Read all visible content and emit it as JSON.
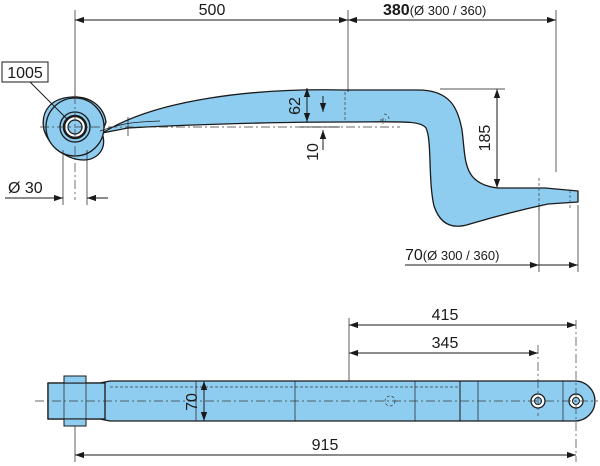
{
  "drawing": {
    "part_number": "1005",
    "side_view": {
      "dim_length_to_center": "500",
      "dim_arm_main": "380",
      "dim_arm_sub": "(Ø 300 / 360)",
      "dim_thickness": "62",
      "dim_offset": "10",
      "dim_drop": "185",
      "dim_eye_diameter": "Ø 30",
      "dim_end_main": "70",
      "dim_end_sub": "(Ø 300 / 360)"
    },
    "top_view": {
      "dim_width": "70",
      "dim_415": "415",
      "dim_345": "345",
      "dim_overall": "915"
    }
  }
}
